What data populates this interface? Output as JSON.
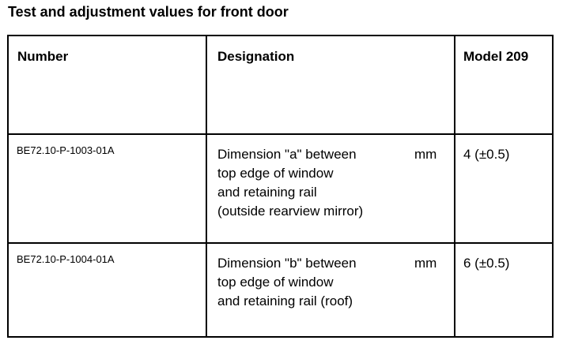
{
  "document": {
    "title": "Test and adjustment values for front door"
  },
  "table": {
    "headers": {
      "number": "Number",
      "designation": "Designation",
      "model": "Model 209"
    },
    "rows": [
      {
        "number": "BE72.10-P-1003-01A",
        "designation": "Dimension \"a\" between\ntop edge of window\nand retaining rail\n(outside rearview mirror)",
        "unit": "mm",
        "value": "4 (±0.5)"
      },
      {
        "number": "BE72.10-P-1004-01A",
        "designation": "Dimension \"b\" between\ntop edge of window\nand retaining rail (roof)",
        "unit": "mm",
        "value": "6 (±0.5)"
      }
    ]
  }
}
